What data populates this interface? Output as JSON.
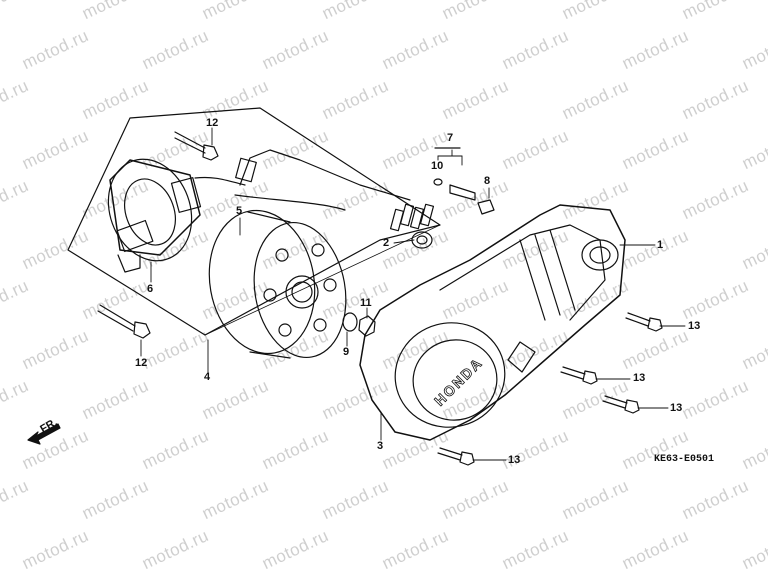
{
  "watermark": "motod.ru",
  "callouts": {
    "c1": "1",
    "c2": "2",
    "c3": "3",
    "c4": "4",
    "c5": "5",
    "c6": "6",
    "c7": "7",
    "c8": "8",
    "c9": "9",
    "c10": "10",
    "c11": "11",
    "c12a": "12",
    "c12b": "12",
    "c13a": "13",
    "c13b": "13",
    "c13c": "13",
    "c13d": "13"
  },
  "cover_brand": "HONDA",
  "direction_label": "FR.",
  "diagram_code": "KE63-E0501"
}
